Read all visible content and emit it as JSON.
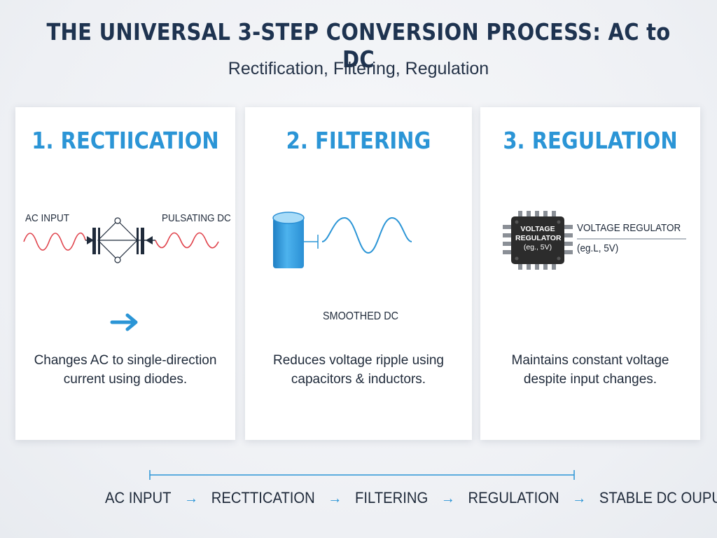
{
  "title": "THE UNIVERSAL 3-STEP CONVERSION PROCESS: AC to DC",
  "subtitle": "Rectification, Filtering, Regulation",
  "colors": {
    "accent": "#2b95d6",
    "ac_wave": "#e0424b",
    "title": "#1e3350",
    "chip": "#2c2c2c"
  },
  "steps": [
    {
      "title": "1. RECTIICATION",
      "input_label": "AC INPUT",
      "output_label": "PULSATING DC",
      "arrow_icon": "arrow-right-icon",
      "desc_lines": [
        "Changes AC to single-direction",
        "current using diodes."
      ]
    },
    {
      "title": "2. FILTERING",
      "output_label": "SMOOTHED DC",
      "desc_lines": [
        "Reduces voltage ripple using",
        "capacitors & inductors."
      ]
    },
    {
      "title": "3. REGULATION",
      "chip_lines": [
        "VOLTAGE",
        "REGULATOR",
        "(eg., 5V)"
      ],
      "label": "VOLTAGE REGULATOR",
      "sub_label": "(eg.L, 5V)",
      "desc_lines": [
        "Maintains constant voltage",
        "despite input changes."
      ]
    }
  ],
  "flow": {
    "arrow": "→",
    "steps": [
      "AC INPUT",
      "RECTTICATION",
      "FILTERING",
      "REGULATION",
      "STABLE DC OUPUT"
    ]
  }
}
